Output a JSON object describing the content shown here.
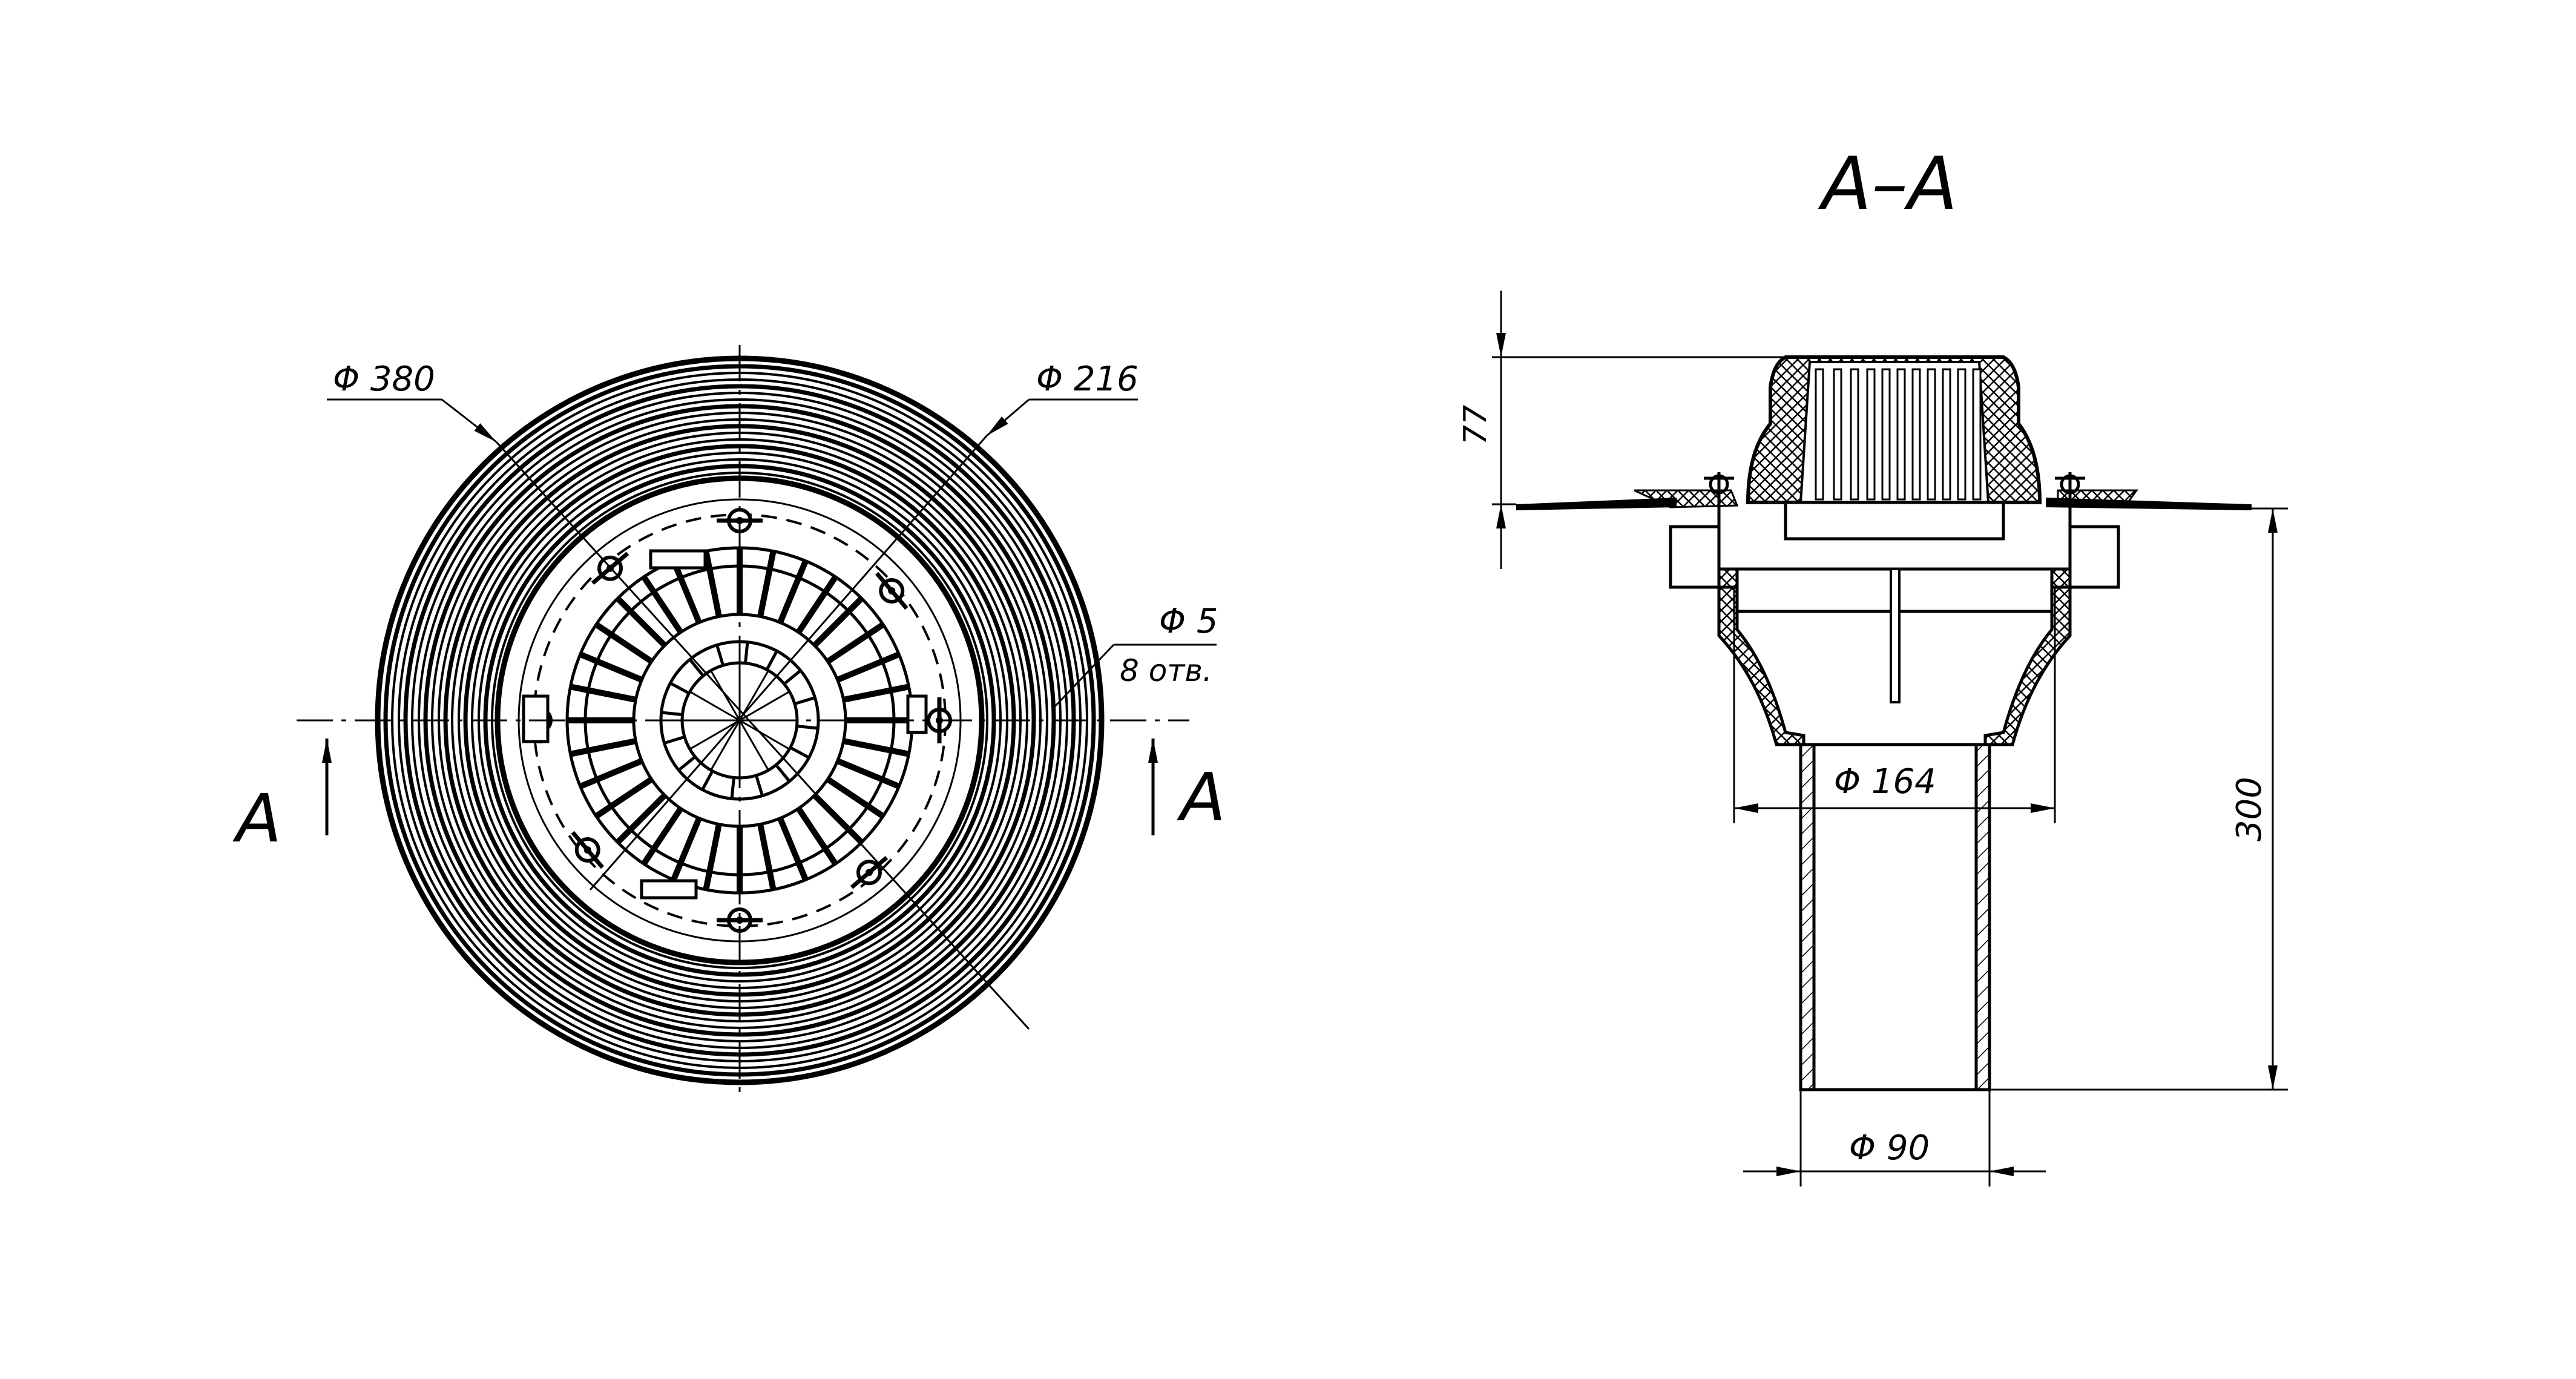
{
  "section_title": "А–А",
  "plan_view": {
    "dim_outer_diameter": "Φ 380",
    "dim_inner_diameter": "Φ 216",
    "dim_hole_diameter": "Φ 5",
    "dim_hole_count": "8 отв.",
    "section_mark_left": "А",
    "section_mark_right": "А"
  },
  "section_view": {
    "dim_height_top": "77",
    "dim_height_total": "300",
    "dim_pipe_diameter": "Φ 164",
    "dim_outlet_diameter": "Φ 90"
  }
}
